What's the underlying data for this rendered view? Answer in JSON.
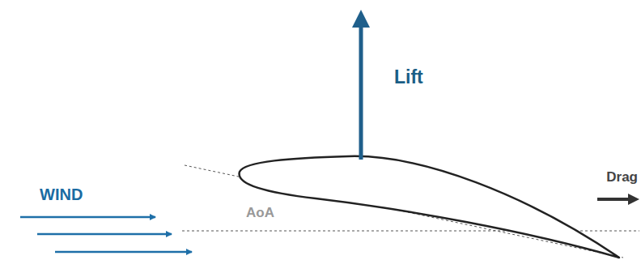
{
  "diagram": {
    "labels": [
      "Lift",
      "Drag",
      "WIND",
      "AoA"
    ]
  }
}
